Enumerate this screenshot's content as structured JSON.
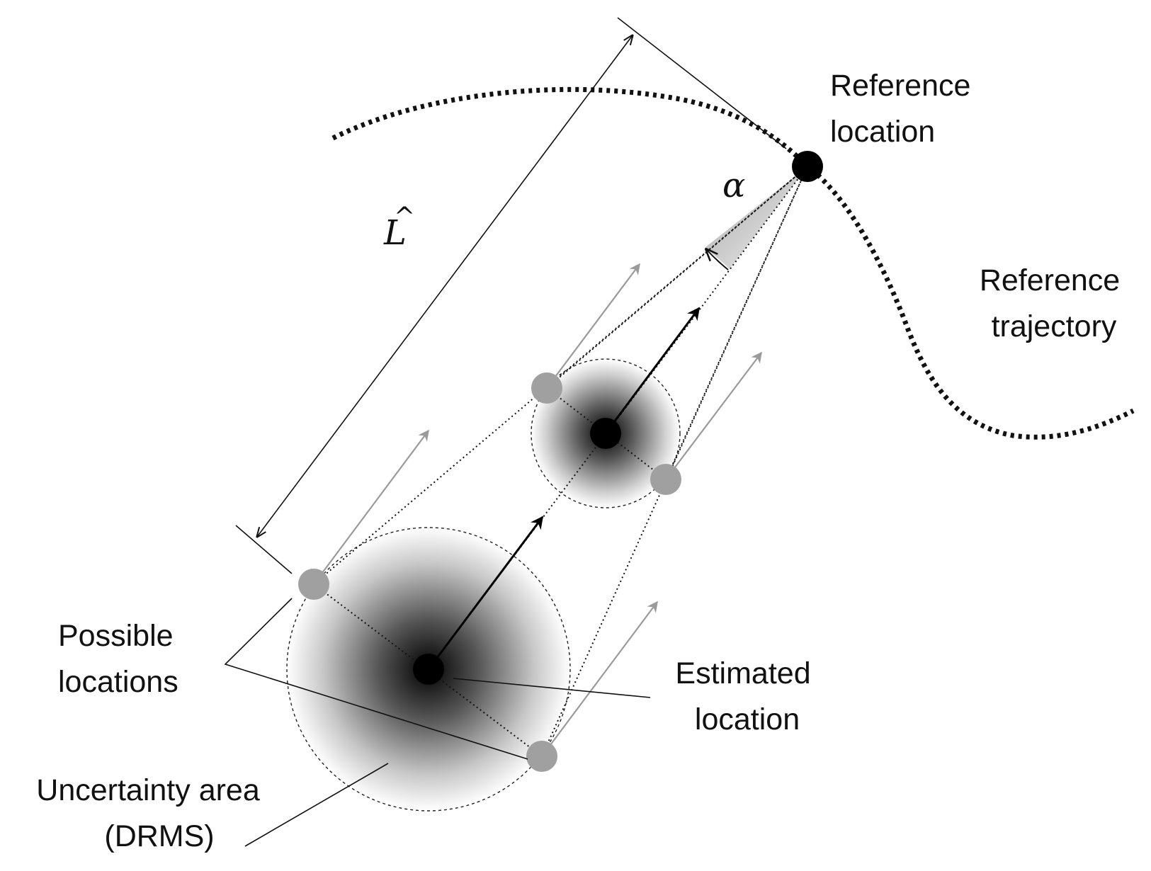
{
  "labels": {
    "reference_location": [
      "Reference",
      "location"
    ],
    "reference_trajectory": [
      "Reference",
      "trajectory"
    ],
    "possible_locations": [
      "Possible",
      "locations"
    ],
    "estimated_location": [
      "Estimated",
      "location"
    ],
    "uncertainty_area": [
      "Uncertainty area",
      "(DRMS)"
    ],
    "distance_symbol": "L",
    "distance_hat": "^",
    "angle_symbol": "α"
  },
  "colors": {
    "stroke": "#111111",
    "possible_location": "#a0a0a0",
    "motion_arrow": "#9a9a9a",
    "uncertainty_center": "#000000"
  }
}
